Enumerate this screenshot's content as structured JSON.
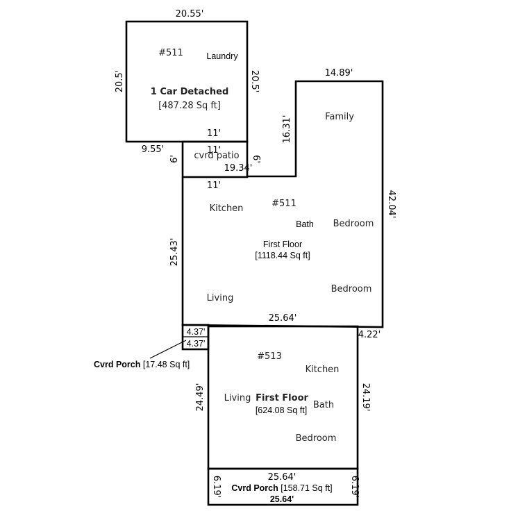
{
  "garage": {
    "unit": "#511",
    "room": "Laundry",
    "name": "1 Car Detached",
    "area": "[487.28 Sq ft]",
    "dim_top": "20.55'",
    "dim_left": "20.5'",
    "dim_right": "20.5'",
    "dim_bottom_left": "9.55'",
    "dim_bottom_right": "11'"
  },
  "patio": {
    "name": "cvrd patio",
    "dim_top": "11'",
    "dim_left": "6'",
    "dim_right": "6'",
    "dim_bottom": "11'"
  },
  "unit511": {
    "unit": "#511",
    "name": "First Floor",
    "area": "[1118.44 Sq ft]",
    "rooms": {
      "family": "Family",
      "kitchen": "Kitchen",
      "bath": "Bath",
      "bedroom1": "Bedroom",
      "bedroom2": "Bedroom",
      "living": "Living"
    },
    "dim_top": "14.89'",
    "dim_family_left": "16.31'",
    "dim_step": "19.34'",
    "dim_right": "42.04'",
    "dim_left": "25.43'",
    "dim_bottom": "25.64'",
    "dim_right_step": "4.22'"
  },
  "porch_small": {
    "label": "Cvrd Porch",
    "area": "[17.48 Sq ft]",
    "dim_top": "4.37'",
    "dim_bottom": "4.37'"
  },
  "unit513": {
    "unit": "#513",
    "name": "First Floor",
    "area": "[624.08 Sq ft]",
    "rooms": {
      "kitchen": "Kitchen",
      "living": "Living",
      "bath": "Bath",
      "bedroom": "Bedroom"
    },
    "dim_left": "24.49'",
    "dim_right": "24.19'"
  },
  "porch_front": {
    "label": "Cvrd Porch",
    "area": "[158.71 Sq ft]",
    "dim_top": "25.64'",
    "dim_bottom": "25.64'",
    "dim_left": "6.19'",
    "dim_right": "6.19'"
  }
}
